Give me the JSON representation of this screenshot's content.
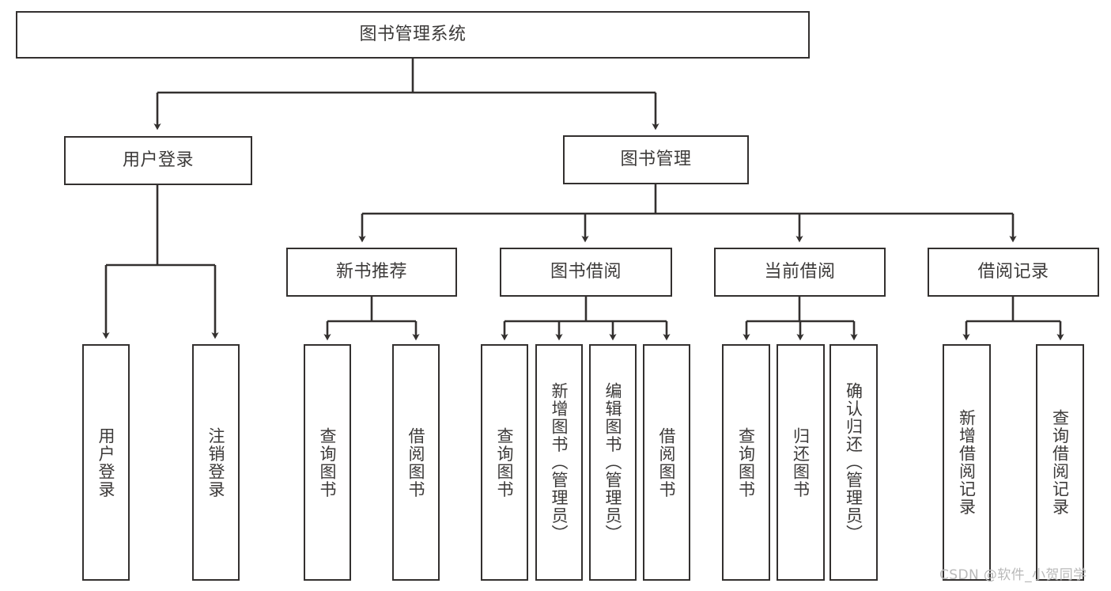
{
  "diagram": {
    "title_text": "图书管理系统",
    "watermark": "CSDN @软件_小贺同学",
    "stroke_color": "#33302f",
    "text_color": "#3c3a39",
    "background_color": "#ffffff",
    "watermark_color": "#b9b9b9",
    "root": {
      "label": "图书管理系统"
    },
    "level2": {
      "user_login": "用户登录",
      "book_management": "图书管理"
    },
    "level3": {
      "new_book_recommend": "新书推荐",
      "book_borrow": "图书借阅",
      "current_borrow": "当前借阅",
      "borrow_record": "借阅记录"
    },
    "leaves": {
      "user_login_1": "用户登录",
      "user_login_2": "注销登录",
      "new_book_1": "查询图书",
      "new_book_2": "借阅图书",
      "book_borrow_1": "查询图书",
      "book_borrow_2": "新增图书（管理员）",
      "book_borrow_3": "编辑图书（管理员）",
      "book_borrow_4": "借阅图书",
      "current_borrow_1": "查询图书",
      "current_borrow_2": "归还图书",
      "current_borrow_3": "确认归还（管理员）",
      "borrow_record_1": "新增借阅记录",
      "borrow_record_2": "查询借阅记录"
    }
  }
}
